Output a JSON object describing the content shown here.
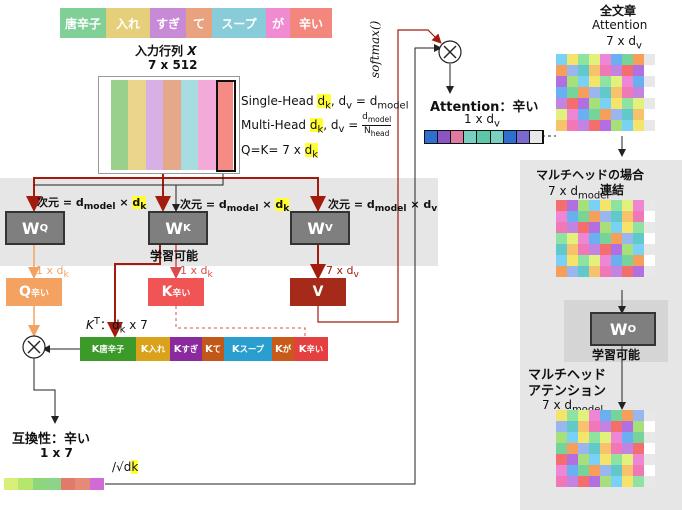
{
  "tokens": [
    {
      "text": "唐辛子",
      "color": "#7fcf96"
    },
    {
      "text": "入れ",
      "color": "#e6cf7a"
    },
    {
      "text": "すぎ",
      "color": "#c88ad6"
    },
    {
      "text": "て",
      "color": "#e8a27e"
    },
    {
      "text": "スープ",
      "color": "#88ccd9"
    },
    {
      "text": "が",
      "color": "#f08ad1"
    },
    {
      "text": "辛い",
      "color": "#f4877d"
    }
  ],
  "input_matrix": {
    "title_prefix": "入力行列",
    "title_var": "X",
    "dims": "7 x 512",
    "stripe_colors": [
      "#99d08c",
      "#ebd58a",
      "#d7b0e6",
      "#e5a88a",
      "#a7dce0",
      "#f3a9d9",
      "#f58b84"
    ]
  },
  "heads_note": {
    "single_prefix": "Single-Head",
    "dk": "d",
    "dk_sub": "k",
    "sep": ", d",
    "dv_sub": "v",
    "eq": " = d",
    "dmodel_sub": "model",
    "multi_prefix": "Multi-Head",
    "frac_top": "d",
    "frac_top_sub": "model",
    "frac_bot": "N",
    "frac_bot_sub": "head",
    "qk": "Q=K= 7 x"
  },
  "dim_labels": {
    "prefix": "次元 = d",
    "sub_model": "model",
    "times": " × ",
    "dk": "d",
    "dk_sub": "k",
    "dv_sub": "v"
  },
  "weights": {
    "wq": "W",
    "wq_sub": "Q",
    "wk": "W",
    "wk_sub": "K",
    "wv": "W",
    "wv_sub": "V",
    "learnable": "学習可能"
  },
  "outputs": {
    "q_label": "Q",
    "q_sub": "辛い",
    "q_dims": "1 x d",
    "q_dims_sub": "k",
    "k_label": "K",
    "k_sub": " 辛い",
    "k_dims": "1 x d",
    "k_dims_sub": "k",
    "v_label": "V",
    "v_dims": "7 x d",
    "v_dims_sub": "v"
  },
  "kt": {
    "label": "K",
    "label_sup": "T",
    "dims": "：d",
    "dims_sub": "k",
    "dims_tail": " x 7",
    "cells": [
      {
        "main": "K",
        "sub": "唐辛子",
        "color": "#3b9a2a"
      },
      {
        "main": "K",
        "sub": "入れ",
        "color": "#d9a21a"
      },
      {
        "main": "K",
        "sub": "すぎ",
        "color": "#8b2a9e"
      },
      {
        "main": "K",
        "sub": "て",
        "color": "#c2571a"
      },
      {
        "main": "K",
        "sub": "スープ",
        "color": "#2a9fcf"
      },
      {
        "main": "K",
        "sub": "が",
        "color": "#c85a1a"
      },
      {
        "main": "K",
        "sub": "辛い",
        "color": "#e44040"
      }
    ]
  },
  "compat": {
    "title": "互換性：辛い",
    "dims": "1 x 7",
    "scale": "/√d",
    "scale_sub": "k",
    "bar_colors": [
      "#d9f078",
      "#b6e66e",
      "#8ed67e",
      "#8bd48a",
      "#e07a6a",
      "#e68a78",
      "#d06bd6"
    ]
  },
  "softmax": "softmax()",
  "attention_out": {
    "title": "Attention：辛い",
    "dims": "1 x d",
    "dims_sub": "v",
    "bar_colors": [
      "#2f6fcf",
      "#8a56c2",
      "#e07aa0",
      "#7ad0c0",
      "#5ec7a8",
      "#7ad0c0",
      "#2f6fcf",
      "#7a6ad0",
      "#e8e8e8"
    ]
  },
  "full_attention": {
    "title": "全文章",
    "subtitle": "Attention",
    "dims": "7 x d",
    "dims_sub": "v"
  },
  "multihead": {
    "title": "マルチヘッドの場合",
    "concat": "連結",
    "dims": "7 x d",
    "dims_sub": "model",
    "wo": "W",
    "wo_sup": "O",
    "learnable": "学習可能",
    "mha_title_1": "マルチヘッド",
    "mha_title_2": "アテンション",
    "mha_dims": "7 x d",
    "mha_dims_sub": "model"
  },
  "palette": {
    "red": "#c0392b",
    "orange": "#f4a261",
    "dark_red": "#a31b0d",
    "k_red": "#f05454",
    "q_orange": "#f4a261",
    "v_darkred": "#a52a1a",
    "band_gray": "#e6e6e6",
    "highlight": "#ffff33",
    "grid_colors": [
      "#79d1f5",
      "#f178b6",
      "#76d49b",
      "#f4e46a",
      "#c383e3",
      "#f59f5b",
      "#8ee3a1",
      "#f46e6e",
      "#9ab6ef",
      "#e2f17c",
      "#b16fe2",
      "#61c9c9",
      "#ee85d5",
      "#a7e07a",
      "#f6c26b",
      "#6ab0f0"
    ]
  }
}
